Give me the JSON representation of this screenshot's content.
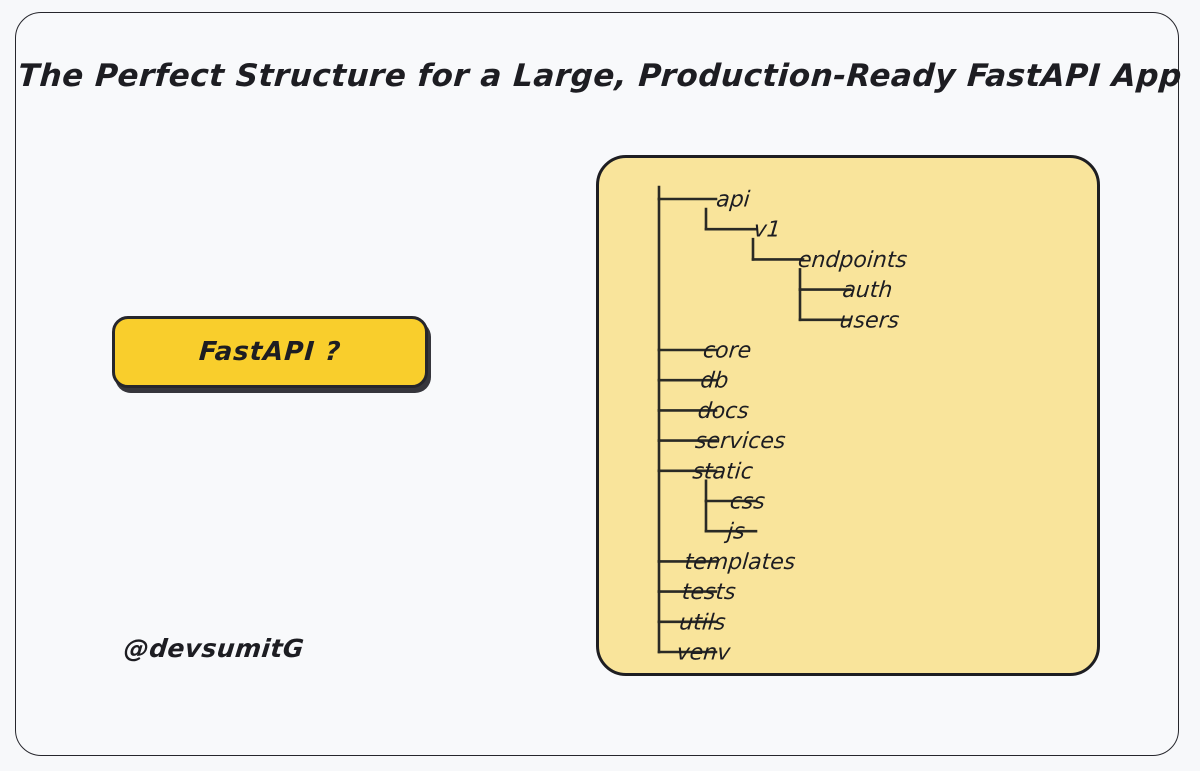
{
  "page": {
    "background_color": "#f7f8fa",
    "frame_border_color": "#26262c"
  },
  "header": {
    "title": "The Perfect Structure for a Large, Production-Ready FastAPI App"
  },
  "left_panel": {
    "button": {
      "label": "FastAPI ?",
      "fill_color": "#f9ce2c",
      "border_color": "#26262c"
    },
    "credit": {
      "handle": "@devsumitG"
    }
  },
  "tree_card": {
    "fill_color": "#f9e49b",
    "border_color": "#1e1e22",
    "nodes": [
      {
        "label": "api",
        "depth": 0
      },
      {
        "label": "v1",
        "depth": 1
      },
      {
        "label": "endpoints",
        "depth": 2
      },
      {
        "label": "auth",
        "depth": 3
      },
      {
        "label": "users",
        "depth": 3
      },
      {
        "label": "core",
        "depth": 0
      },
      {
        "label": "db",
        "depth": 0
      },
      {
        "label": "docs",
        "depth": 0
      },
      {
        "label": "services",
        "depth": 0
      },
      {
        "label": "static",
        "depth": 0
      },
      {
        "label": "css",
        "depth": 1
      },
      {
        "label": "js",
        "depth": 1
      },
      {
        "label": "templates",
        "depth": 0
      },
      {
        "label": "tests",
        "depth": 0
      },
      {
        "label": "utils",
        "depth": 0
      },
      {
        "label": "venv",
        "depth": 0
      }
    ]
  }
}
